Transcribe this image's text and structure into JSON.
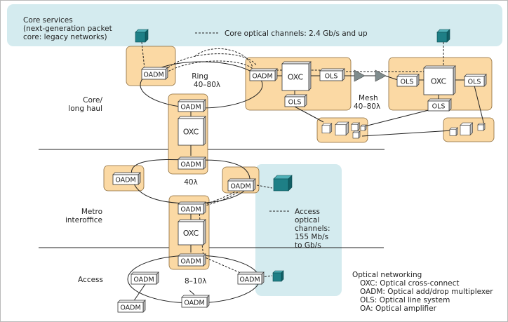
{
  "core_services": {
    "lines": [
      "Core services",
      "(next-generation packet",
      "core: legacy networks)"
    ]
  },
  "legend_core_channels": "Core optical channels: 2.4 Gb/s and up",
  "regions": {
    "core": [
      "Core/",
      "long haul"
    ],
    "metro": [
      "Metro",
      "interoffice"
    ],
    "access": "Access"
  },
  "networks": {
    "ring": [
      "Ring",
      "40–80λ"
    ],
    "mesh": [
      "Mesh",
      "40–80λ"
    ],
    "metro_ring": "40λ",
    "access_ring": "8–10λ"
  },
  "access_channels": [
    "Access",
    "optical",
    "channels:",
    "155 Mb/s",
    "to Gb/s"
  ],
  "node_labels": {
    "oadm": "OADM",
    "oxc": "OXC",
    "ols": "OLS"
  },
  "definitions": {
    "title": "Optical networking",
    "items": [
      "OXC: Optical cross-connect",
      "OADM: Optical add/drop multiplexer",
      "OLS: Optical line system",
      "OA: Optical amplifier"
    ]
  },
  "colors": {
    "site_fill": "#fbd9a4",
    "site_stroke": "#8a6a3a",
    "core_band": "#d4ebef",
    "teal_cube": "#1e7f86",
    "node_fill": "#ffffff",
    "amplifier": "#7f8c8d"
  }
}
